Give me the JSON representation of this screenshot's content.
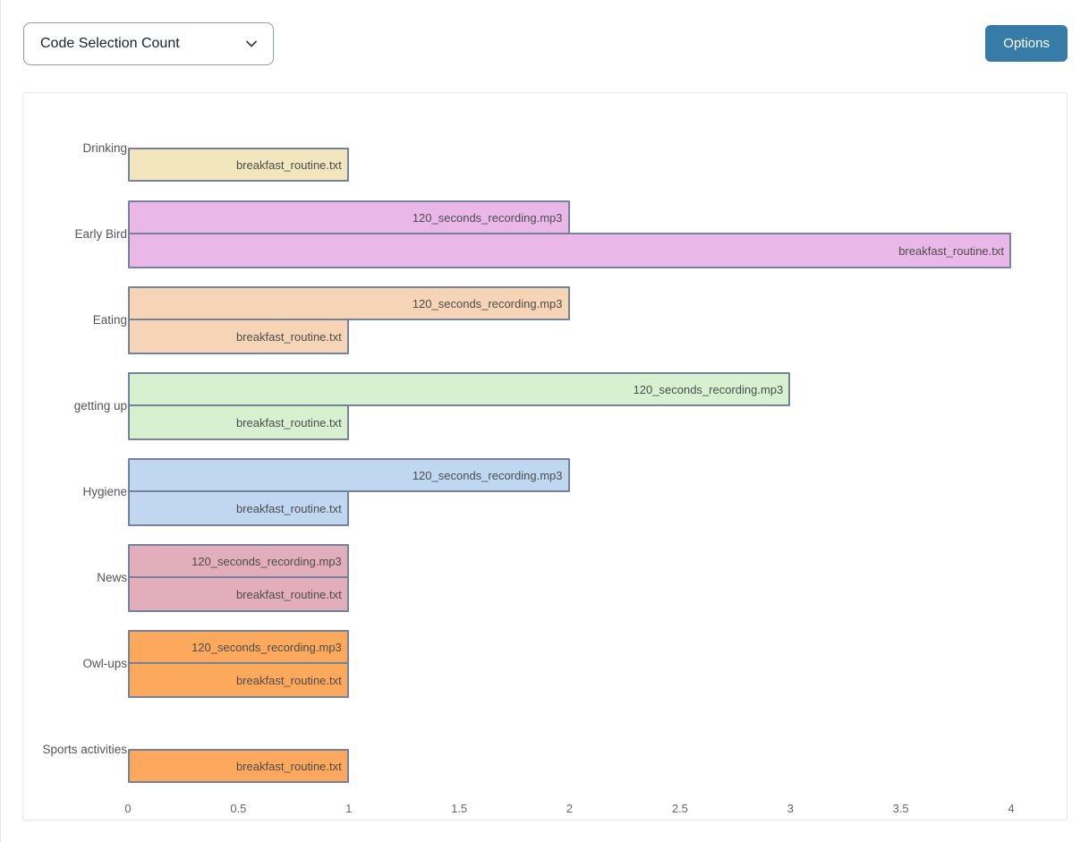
{
  "header": {
    "metric_selector": {
      "value": "Code Selection Count"
    },
    "options_button": {
      "label": "Options",
      "color": "#377ba9"
    }
  },
  "chart_data": {
    "type": "bar",
    "orientation": "horizontal",
    "title": "",
    "xlabel": "",
    "ylabel": "",
    "xlim": [
      0,
      4
    ],
    "x_ticks": [
      0,
      0.5,
      1,
      1.5,
      2,
      2.5,
      3,
      3.5,
      4
    ],
    "grid": false,
    "legend": false,
    "bar_border_color": "#74829b",
    "series_order": [
      "120_seconds_recording.mp3",
      "breakfast_routine.txt"
    ],
    "categories": [
      {
        "label": "Drinking",
        "color": "#f1e6bd",
        "bars": [
          {
            "file": "breakfast_routine.txt",
            "value": 1
          }
        ]
      },
      {
        "label": "Early Bird",
        "color": "#eab8e8",
        "bars": [
          {
            "file": "120_seconds_recording.mp3",
            "value": 2
          },
          {
            "file": "breakfast_routine.txt",
            "value": 4
          }
        ]
      },
      {
        "label": "Eating",
        "color": "#f5d5b5",
        "bars": [
          {
            "file": "120_seconds_recording.mp3",
            "value": 2
          },
          {
            "file": "breakfast_routine.txt",
            "value": 1
          }
        ]
      },
      {
        "label": "getting up",
        "color": "#d6f0d0",
        "bars": [
          {
            "file": "120_seconds_recording.mp3",
            "value": 3
          },
          {
            "file": "breakfast_routine.txt",
            "value": 1
          }
        ]
      },
      {
        "label": "Hygiene",
        "color": "#c0d7f2",
        "bars": [
          {
            "file": "120_seconds_recording.mp3",
            "value": 2
          },
          {
            "file": "breakfast_routine.txt",
            "value": 1
          }
        ]
      },
      {
        "label": "News",
        "color": "#e3aebb",
        "bars": [
          {
            "file": "120_seconds_recording.mp3",
            "value": 1
          },
          {
            "file": "breakfast_routine.txt",
            "value": 1
          }
        ]
      },
      {
        "label": "Owl-ups",
        "color": "#fca95e",
        "bars": [
          {
            "file": "120_seconds_recording.mp3",
            "value": 1
          },
          {
            "file": "breakfast_routine.txt",
            "value": 1
          }
        ]
      },
      {
        "label": "Sports activities",
        "color": "#fca95e",
        "bars": [
          {
            "file": "breakfast_routine.txt",
            "value": 1
          }
        ]
      }
    ]
  }
}
